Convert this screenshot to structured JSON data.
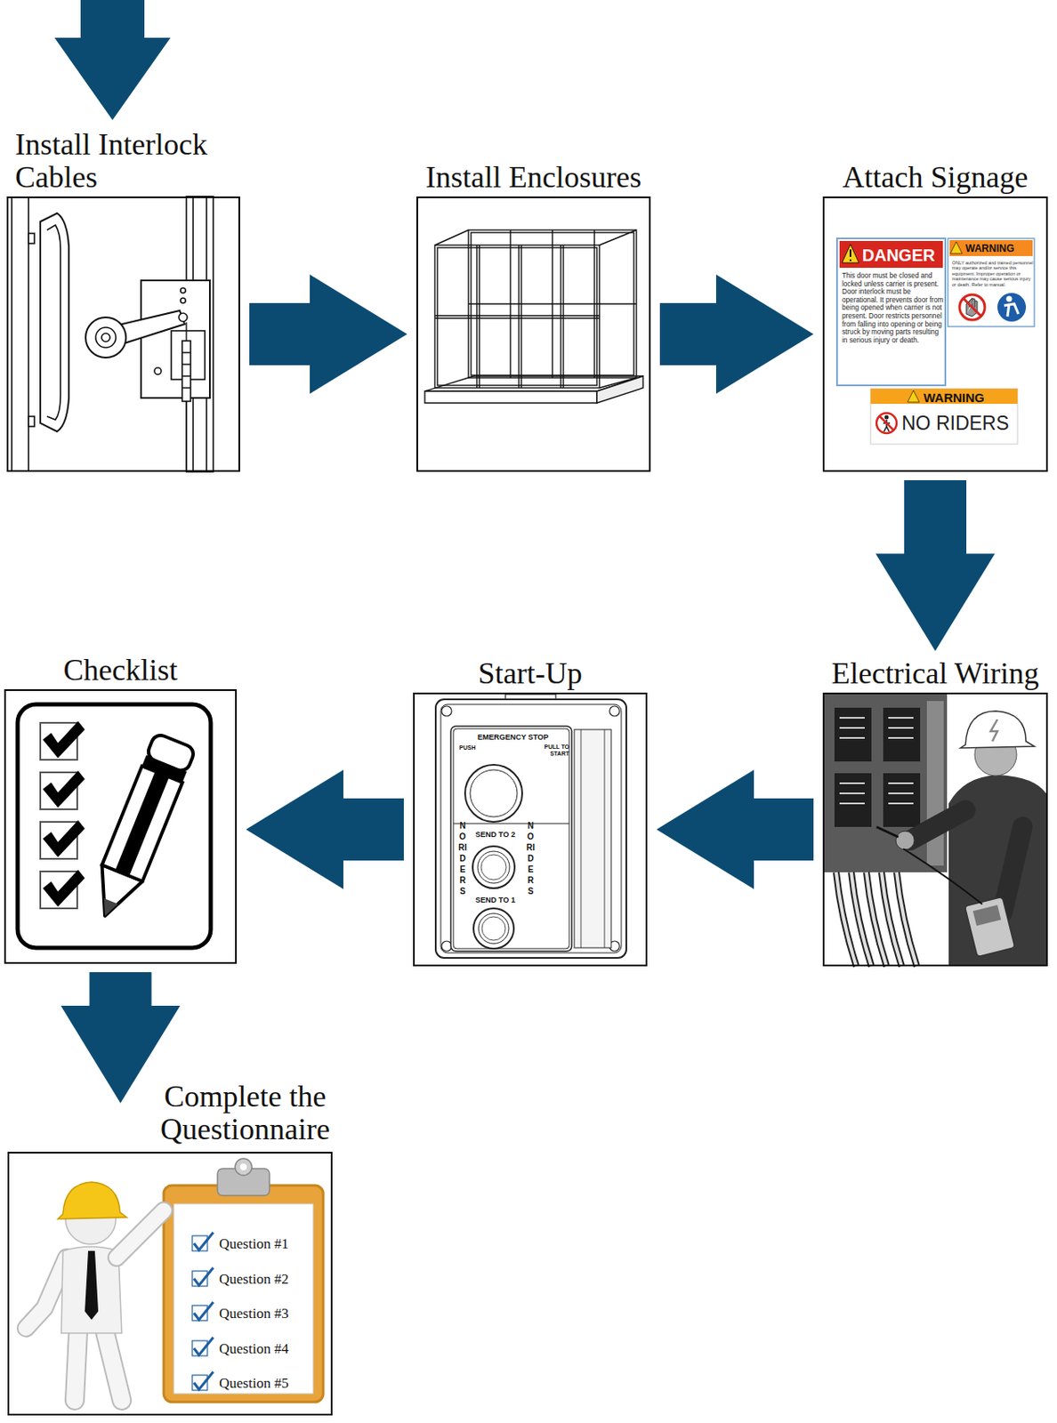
{
  "diagram": {
    "nodes": [
      {
        "text": [
          "Install Interlock Cables"
        ]
      },
      {
        "text": [
          "Install Enclosures"
        ]
      },
      {
        "text": [
          "Attach Signage"
        ]
      },
      {
        "text": [
          "Electrical Wiring"
        ]
      },
      {
        "text": [
          "Start-Up"
        ]
      },
      {
        "text": [
          "Checklist"
        ]
      },
      {
        "text": [
          "Complete the Questionnaire"
        ]
      }
    ],
    "edges": [
      {
        "from": 0,
        "to": 1,
        "arrow": "to"
      },
      {
        "from": 1,
        "to": 2,
        "arrow": "to"
      },
      {
        "from": 2,
        "to": 3,
        "arrow": "to"
      },
      {
        "from": 3,
        "to": 4,
        "arrow": "to"
      },
      {
        "from": 4,
        "to": 5,
        "arrow": "to"
      },
      {
        "from": 5,
        "to": 6,
        "arrow": "to"
      }
    ],
    "labels": [
      "DANGER",
      "This door must be closed and locked unless carrier is present. Door interlock must be operational. It prevents door from being opened when carrier is not present. Door restricts personnel from falling into opening or being struck by moving parts resulting in serious injury or death.",
      "WARNING",
      "ONLY authorized and trained personnel may operate and/or service this equipment. Improper operation or maintenance may cause serious injury or death. Refer to manual.",
      "WARNING",
      "NO RIDERS",
      "EMERGENCY STOP",
      "PUSH",
      "PULL TO START",
      "SEND TO 2",
      "NO RIDERS",
      "NO RIDERS",
      "SEND TO 1",
      "Question #1",
      "Question #2",
      "Question #3",
      "Question #4",
      "Question #5"
    ]
  }
}
